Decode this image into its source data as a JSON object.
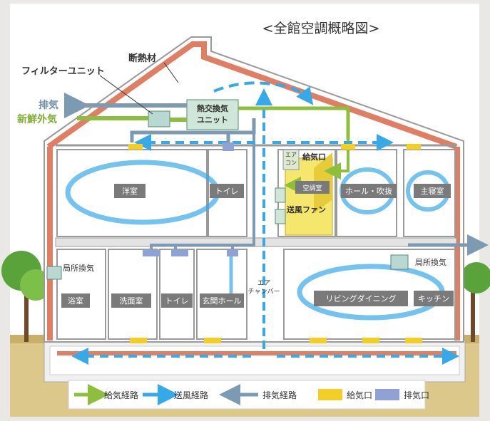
{
  "title": "<全館空調概略図>",
  "labels": {
    "filter_unit": "フィルターユニット",
    "insulation": "断熱材",
    "exhaust": "排気",
    "fresh_air": "新鮮外気",
    "hrv_line1": "熱交換気",
    "hrv_line2": "ユニット",
    "aircon_line1": "エア",
    "aircon_line2": "コン",
    "supply_outlet": "給気口",
    "blower_fan": "送風ファン",
    "local_exhaust_left": "局所換気",
    "local_exhaust_right": "局所換気",
    "air_chamber_line1": "エア",
    "air_chamber_line2": "チャンバー"
  },
  "rooms": {
    "western_room": "洋室",
    "toilet_upper": "トイレ",
    "ac_room": "空調室",
    "hall_atrium": "ホール・吹抜",
    "master_bedroom": "主寝室",
    "bathroom": "浴室",
    "washroom": "洗面室",
    "toilet_lower": "トイレ",
    "entrance_hall": "玄関ホール",
    "living_dining": "リビングダイニング",
    "kitchen": "キッチン"
  },
  "legend": {
    "supply_route": "給気経路",
    "fan_route": "送風経路",
    "exhaust_route": "排気経路",
    "supply_port": "給気口",
    "exhaust_port": "排気口"
  },
  "colors": {
    "sky": "#ffffff",
    "wall_orange": "#e07e64",
    "supply_green": "#8dbf3c",
    "fan_blue": "#36a9e8",
    "exhaust_gray": "#7c9bb2",
    "supply_port_yellow": "#f2cf26",
    "exhaust_port_blue": "#8ea3d3",
    "room_tag_gray": "#7f7f7f",
    "ac_room_yellow": "#f5e66e"
  }
}
